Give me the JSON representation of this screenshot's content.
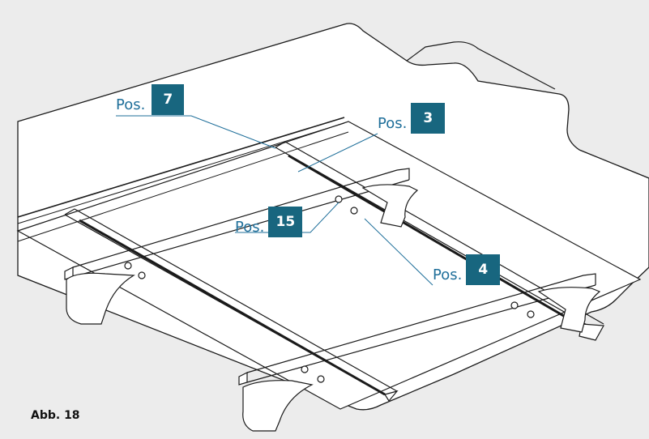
{
  "callouts": [
    {
      "id": "pos-7",
      "label": "Pos.",
      "number": "7"
    },
    {
      "id": "pos-3",
      "label": "Pos.",
      "number": "3"
    },
    {
      "id": "pos-15",
      "label": "Pos.",
      "number": "15"
    },
    {
      "id": "pos-4",
      "label": "Pos.",
      "number": "4"
    }
  ],
  "caption": "Abb. 18",
  "colors": {
    "background": "#ececec",
    "panel_fill": "#ffffff",
    "line": "#1a1a1a",
    "leader": "#1f6f9a",
    "badge_fill": "#18667f",
    "badge_text": "#ffffff"
  }
}
